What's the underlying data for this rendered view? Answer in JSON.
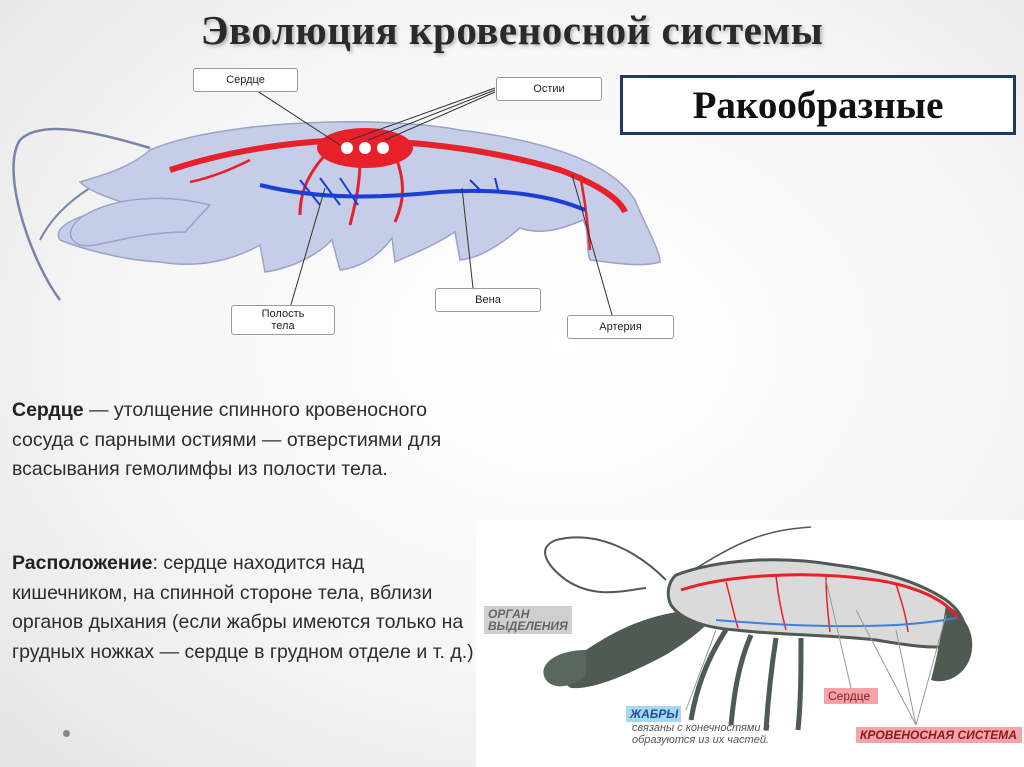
{
  "slide": {
    "title": "Эволюция кровеносной системы",
    "subtitle": "Ракообразные"
  },
  "diagram_labels": {
    "heart": "Сердце",
    "ostia": "Остии",
    "body_cavity": "Полость тела",
    "vein": "Вена",
    "artery": "Артерия"
  },
  "text": {
    "p1_term": "Сердце",
    "p1_body": " — утолщение спинного кровеносного сосуда с парными остиями — отверстиями для всасывания гемолимфы из полости тела.",
    "p2_term": "Расположение",
    "p2_body": ": сердце находится над кишечником, на спинной стороне тела, вблизи органов дыхания (если жабры имеются только на грудных ножках — сердце в грудном отделе и т. д.)"
  },
  "photo_labels": {
    "excretory_organ": "ОРГАН ВЫДЕЛЕНИЯ",
    "gills_title": "ЖАБРЫ",
    "gills_note": "связаны с конечностями и образуются из их частей.",
    "heart": "Сердце",
    "circulatory_system": "КРОВЕНОСНАЯ СИСТЕМА"
  },
  "colors": {
    "title_frame": "#1f3864",
    "artery_red": "#e8202a",
    "vein_blue": "#1a3fd6",
    "body_fill": "#c5cde8",
    "crayfish_green": "#4e5a52"
  }
}
